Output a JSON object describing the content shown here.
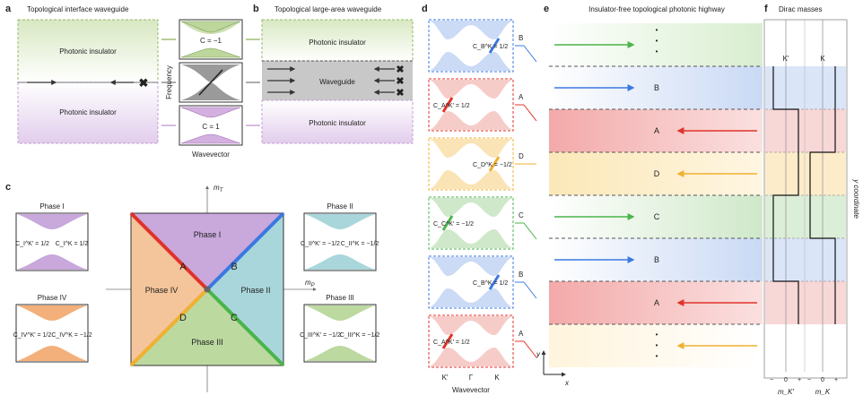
{
  "panels": {
    "a": {
      "label": "a",
      "title": "Topological interface waveguide",
      "top_region": "Photonic insulator",
      "bottom_region": "Photonic insulator",
      "bands": [
        {
          "label": "C = −1",
          "color": "#9ab86a"
        },
        {
          "label": "",
          "color": "#7a7a7a"
        },
        {
          "label": "C = 1",
          "color": "#b884c8"
        }
      ],
      "y_axis": "Frequency",
      "x_axis": "Wavevector"
    },
    "b": {
      "label": "b",
      "title": "Topological large-area waveguide",
      "top_region": "Photonic insulator",
      "middle_region": "Waveguide",
      "bottom_region": "Photonic insulator"
    },
    "c": {
      "label": "c",
      "axis_x": "m_P",
      "axis_y": "m_T",
      "phases": [
        {
          "name": "Phase I",
          "c_left": "C_I^K′ = 1/2",
          "c_right": "C_I^K = 1/2",
          "color": "#c49fd6"
        },
        {
          "name": "Phase II",
          "c_left": "C_II^K′ = −1/2",
          "c_right": "C_II^K = −1/2",
          "color": "#9fcdd4"
        },
        {
          "name": "Phase III",
          "c_left": "C_III^K′ = −1/2",
          "c_right": "C_III^K = −1/2",
          "color": "#b8d49a"
        },
        {
          "name": "Phase IV",
          "c_left": "C_IV^K′ = 1/2",
          "c_right": "C_IV^K = −1/2",
          "color": "#f0b88a"
        }
      ],
      "boundary_labels": [
        "A",
        "B",
        "C",
        "D"
      ],
      "boundary_colors": {
        "A": "#e0332a",
        "B": "#3b78e0",
        "C": "#4ab44a",
        "D": "#f0b030"
      }
    },
    "d": {
      "label": "d",
      "rows": [
        {
          "edge": "B",
          "chern": "C_B^K = 1/2",
          "color": "#3b78e0"
        },
        {
          "edge": "A",
          "chern": "C_A^K′ = 1/2",
          "color": "#e0332a"
        },
        {
          "edge": "D",
          "chern": "C_D^K = −1/2",
          "color": "#f0b030"
        },
        {
          "edge": "C",
          "chern": "C_C^K′ = −1/2",
          "color": "#4ab44a"
        },
        {
          "edge": "B",
          "chern": "C_B^K = 1/2",
          "color": "#3b78e0"
        },
        {
          "edge": "A",
          "chern": "C_A^K′ = 1/2",
          "color": "#e0332a"
        }
      ],
      "ticks": [
        "K′",
        "Γ",
        "K"
      ],
      "x_axis": "Wavevector"
    },
    "e": {
      "label": "e",
      "title": "Insulator-free topological photonic highway",
      "lanes": [
        "",
        "B",
        "A",
        "D",
        "C",
        "B",
        "A",
        ""
      ],
      "ellipsis": "•",
      "axis_y": "y",
      "axis_x": "x"
    },
    "f": {
      "label": "f",
      "title": "Dirac masses",
      "col_labels": [
        "K′",
        "K"
      ],
      "ticks": [
        "−",
        "0",
        "+",
        "−",
        "0",
        "+"
      ],
      "x_labels": [
        "m_K′",
        "m_K"
      ],
      "side_label": "y coordinate"
    }
  }
}
